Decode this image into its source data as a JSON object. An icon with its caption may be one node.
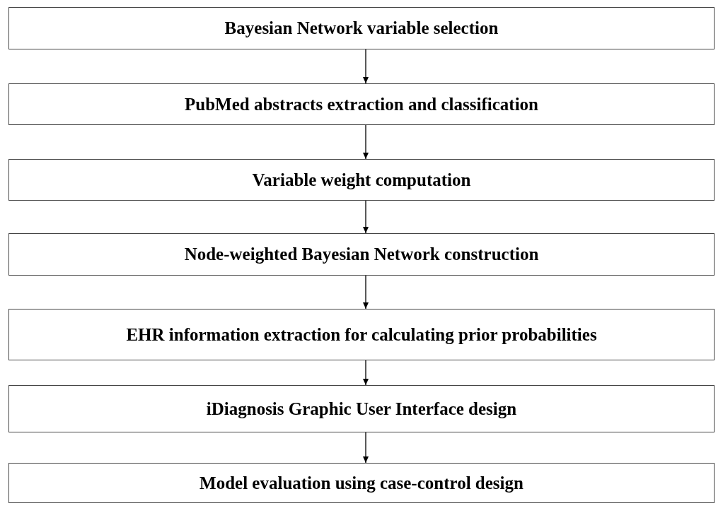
{
  "diagram": {
    "nodes": [
      {
        "text": [
          "Bayesian Network variable selection"
        ]
      },
      {
        "text": [
          "PubMed abstracts extraction and classification"
        ]
      },
      {
        "text": [
          "Variable weight computation"
        ]
      },
      {
        "text": [
          "Node-weighted Bayesian Network construction"
        ]
      },
      {
        "text": [
          "EHR information extraction for calculating prior probabilities"
        ]
      },
      {
        "text": [
          "iDiagnosis Graphic User Interface design"
        ]
      },
      {
        "text": [
          "Model evaluation using case-control design"
        ]
      }
    ],
    "edges": [
      {
        "from": 0,
        "to": 1,
        "arrow": "to"
      },
      {
        "from": 1,
        "to": 2,
        "arrow": "to"
      },
      {
        "from": 2,
        "to": 3,
        "arrow": "to"
      },
      {
        "from": 3,
        "to": 4,
        "arrow": "to"
      },
      {
        "from": 4,
        "to": 5,
        "arrow": "to"
      },
      {
        "from": 5,
        "to": 6,
        "arrow": "to"
      }
    ]
  }
}
